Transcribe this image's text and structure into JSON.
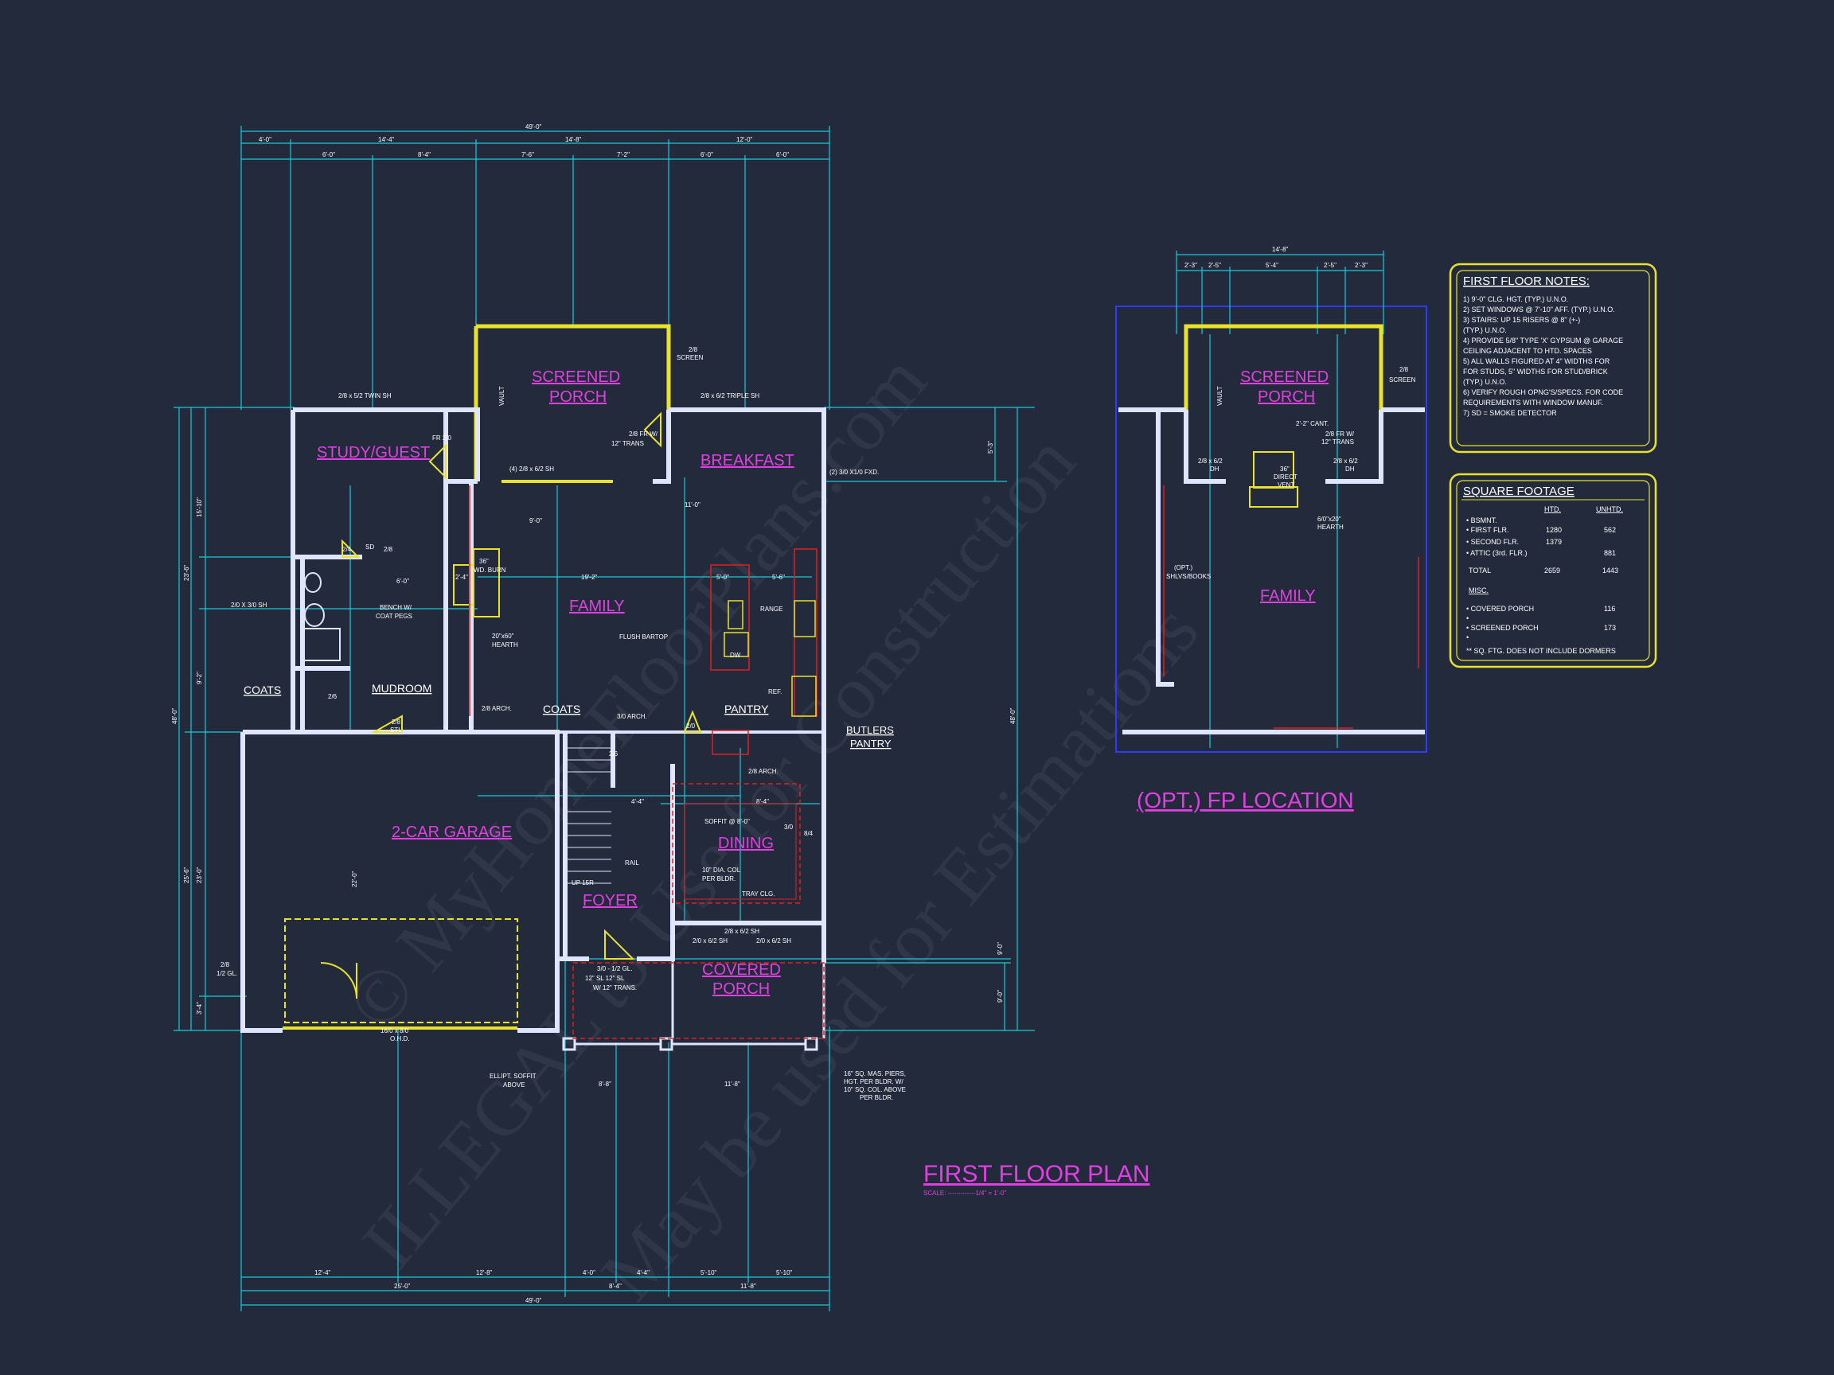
{
  "plan_title": "FIRST FLOOR PLAN",
  "plan_scale": "SCALE: -------------1/4\" = 1'-0\"",
  "alt_title": "(OPT.) FP LOCATION",
  "watermarks": [
    "© MyHomeFloorPlans.com",
    "ILLEGAL to Use for Construction",
    "May be used for Estimations"
  ],
  "rooms": {
    "screened_porch": [
      "SCREENED",
      "PORCH"
    ],
    "study": "STUDY/GUEST",
    "breakfast": "BREAKFAST",
    "family": "FAMILY",
    "mudroom": "MUDROOM",
    "coats_left": "COATS",
    "coats_mid": "COATS",
    "pantry": "PANTRY",
    "butlers_pantry": [
      "BUTLERS",
      "PANTRY"
    ],
    "garage": "2-CAR GARAGE",
    "dining": "DINING",
    "foyer": "FOYER",
    "covered_porch": [
      "COVERED",
      "PORCH"
    ],
    "alt_screened_porch": [
      "SCREENED",
      "PORCH"
    ],
    "alt_family": "FAMILY"
  },
  "labels": {
    "twin_sh": "2/8 x 5/2 TWIN SH",
    "screen_door": [
      "2/8",
      "SCREEN"
    ],
    "triple_sh": "2/8 x 6/2 TRIPLE SH",
    "fr_trans": [
      "2/8 FR W/",
      "12\" TRANS"
    ],
    "four_sh": "(4) 2/8 x 6/2 SH",
    "fxd": "(2) 3/0 X1/0 FXD.",
    "fr_study": "FR 2/0",
    "vault": "VAULT",
    "wood_burn": [
      "36\"",
      "WD. BURN"
    ],
    "hearth": [
      "20\"x60\"",
      "HEARTH"
    ],
    "bench": [
      "BENCH W/",
      "COAT PEGS"
    ],
    "window_left": "2/0 X 3/0 SH",
    "flush_bartop": "FLUSH BARTOP",
    "range": "RANGE",
    "dw": "DW",
    "ref": "REF.",
    "arch_28": "2/8 ARCH.",
    "arch_30": "3/0 ARCH.",
    "arch_28b": "2/8 ARCH.",
    "soffit": "SOFFIT @ 8'-0\"",
    "col": [
      "10\" DIA. COL",
      "PER BLDR."
    ],
    "tray": "TRAY CLG.",
    "rail": "RAIL",
    "up": "UP 15R",
    "sh_dining_a": "2/0 x 6/2 SH",
    "sh_dining_b": "2/0 x 6/2 SH",
    "sh_dining_top": "2/8 x 6/2 SH",
    "entry": [
      "3/0 - 1/2 GL.",
      "12\" SL     12\" SL",
      "W/ 12\" TRANS."
    ],
    "ohd": [
      "16/0 x 8/0",
      "O.H.D."
    ],
    "gl_left": [
      "2/8",
      "1/2 GL."
    ],
    "ellipt": [
      "ELLIPT. SOFFIT",
      "ABOVE"
    ],
    "piers": [
      "16\" SQ. MAS. PIERS,",
      "HGT. PER BLDR. W/",
      "10\" SQ. COL. ABOVE",
      "PER BLDR."
    ],
    "stl": [
      "2/8",
      "STL."
    ],
    "d26": "2/6",
    "d24": "2/4",
    "d28": "2/8",
    "d26b": "2/6",
    "d20": "2/0",
    "d310": "3/0",
    "d84": "8/4",
    "sd": "SD",
    "alt_cant": "2'-2\" CANT.",
    "alt_fr_trans": [
      "2/8 FR W/",
      "12\" TRANS"
    ],
    "alt_dh_left": [
      "2/8 x 6/2",
      "DH"
    ],
    "alt_dh_right": [
      "2/8 x 6/2",
      "DH"
    ],
    "alt_vent": [
      "36\"",
      "DIRECT",
      "VENT"
    ],
    "alt_hearth": [
      "6/0\"x20\"",
      "HEARTH"
    ],
    "alt_shelves": [
      "(OPT.)",
      "SHLVS/BOOKS"
    ],
    "alt_screen": [
      "2/8",
      "SCREEN"
    ],
    "alt_vault": "VAULT"
  },
  "dims": {
    "top_overall": "49'-0\"",
    "top_row1": [
      "4'-0\"",
      "14'-4\"",
      "14'-8\"",
      "12'-0\""
    ],
    "top_row2": [
      "6'-0\"",
      "8'-4\"",
      "7'-6\"",
      "7'-2\"",
      "6'-0\"",
      "6'-0\""
    ],
    "bottom_row1": [
      "12'-4\"",
      "12'-8\"",
      "4'-0\"",
      "4'-4\"",
      "5'-10\"",
      "5'-10\""
    ],
    "bottom_row2": [
      "25'-0\"",
      "8'-4\"",
      "11'-8\""
    ],
    "bottom_overall": "49'-0\"",
    "left_overall": "48'-0\"",
    "left_segs": [
      "15'-10\"",
      "9'-2\"",
      "23'-0\"",
      "3'-4\""
    ],
    "left_outer": [
      "23'-6\"",
      "25'-6\""
    ],
    "right_overall": "48'-0\"",
    "right_segs": [
      "5'-3\"",
      "9'-0\"",
      "9'-0\""
    ],
    "alt_top": "14'-8\"",
    "alt_top_row": [
      "2'-3\"",
      "2'-5\"",
      "5'-4\"",
      "2'-5\"",
      "2'-3\""
    ],
    "interior": [
      "9'-0\"",
      "11'-0\"",
      "19'-2\"",
      "5'-0\"",
      "5'-6\"",
      "6'-0\"",
      "2'-4\"",
      "4'-4\"",
      "8'-4\"",
      "8'-8\"",
      "11'-8\"",
      "22'-0\""
    ]
  },
  "notes": {
    "title": "FIRST FLOOR NOTES:",
    "items": [
      "1) 9'-0\" CLG. HGT. (TYP.) U.N.O.",
      "2) SET WINDOWS @ 7'-10\" AFF. (TYP.) U.N.O.",
      "3) STAIRS: UP 15 RISERS @ 8\" (+-)",
      "    (TYP.) U.N.O.",
      "4) PROVIDE 5/8\" TYPE 'X' GYPSUM @ GARAGE",
      "    CEILING ADJACENT TO HTD. SPACES",
      "5) ALL WALLS FIGURED AT 4\" WIDTHS FOR",
      "    FOR STUDS, 5\" WIDTHS FOR STUD/BRICK",
      "    (TYP.) U.N.O.",
      "6) VERIFY ROUGH OPNG'S/SPECS. FOR CODE",
      "    REQUIREMENTS WITH WINDOW MANUF.",
      "7) SD = SMOKE DETECTOR"
    ]
  },
  "sqft": {
    "title": "SQUARE FOOTAGE",
    "col_htd": "HTD.",
    "col_unhtd": "UNHTD.",
    "rows": [
      {
        "label": "• BSMNT.",
        "htd": "",
        "unhtd": ""
      },
      {
        "label": "• FIRST FLR.",
        "htd": "1280",
        "unhtd": "562"
      },
      {
        "label": "• SECOND FLR.",
        "htd": "1379",
        "unhtd": ""
      },
      {
        "label": "• ATTIC (3rd. FLR.)",
        "htd": "",
        "unhtd": "881"
      }
    ],
    "total_label": "TOTAL",
    "total_htd": "2659",
    "total_unhtd": "1443",
    "misc_label": "MISC.",
    "misc_rows": [
      {
        "label": "• COVERED PORCH",
        "unhtd": "116"
      },
      {
        "label": "•",
        "unhtd": ""
      },
      {
        "label": "• SCREENED PORCH",
        "unhtd": "173"
      },
      {
        "label": "•",
        "unhtd": ""
      }
    ],
    "footnote": "** SQ. FTG. DOES NOT INCLUDE DORMERS"
  },
  "colors": {
    "background": "#232a3c",
    "dimension": "#19c9d6",
    "wall": "#dfe4ff",
    "room_label": "#e040e0",
    "accent": "#e8e22a",
    "hidden": "#e02020",
    "alt_frame": "#2a3cff"
  }
}
